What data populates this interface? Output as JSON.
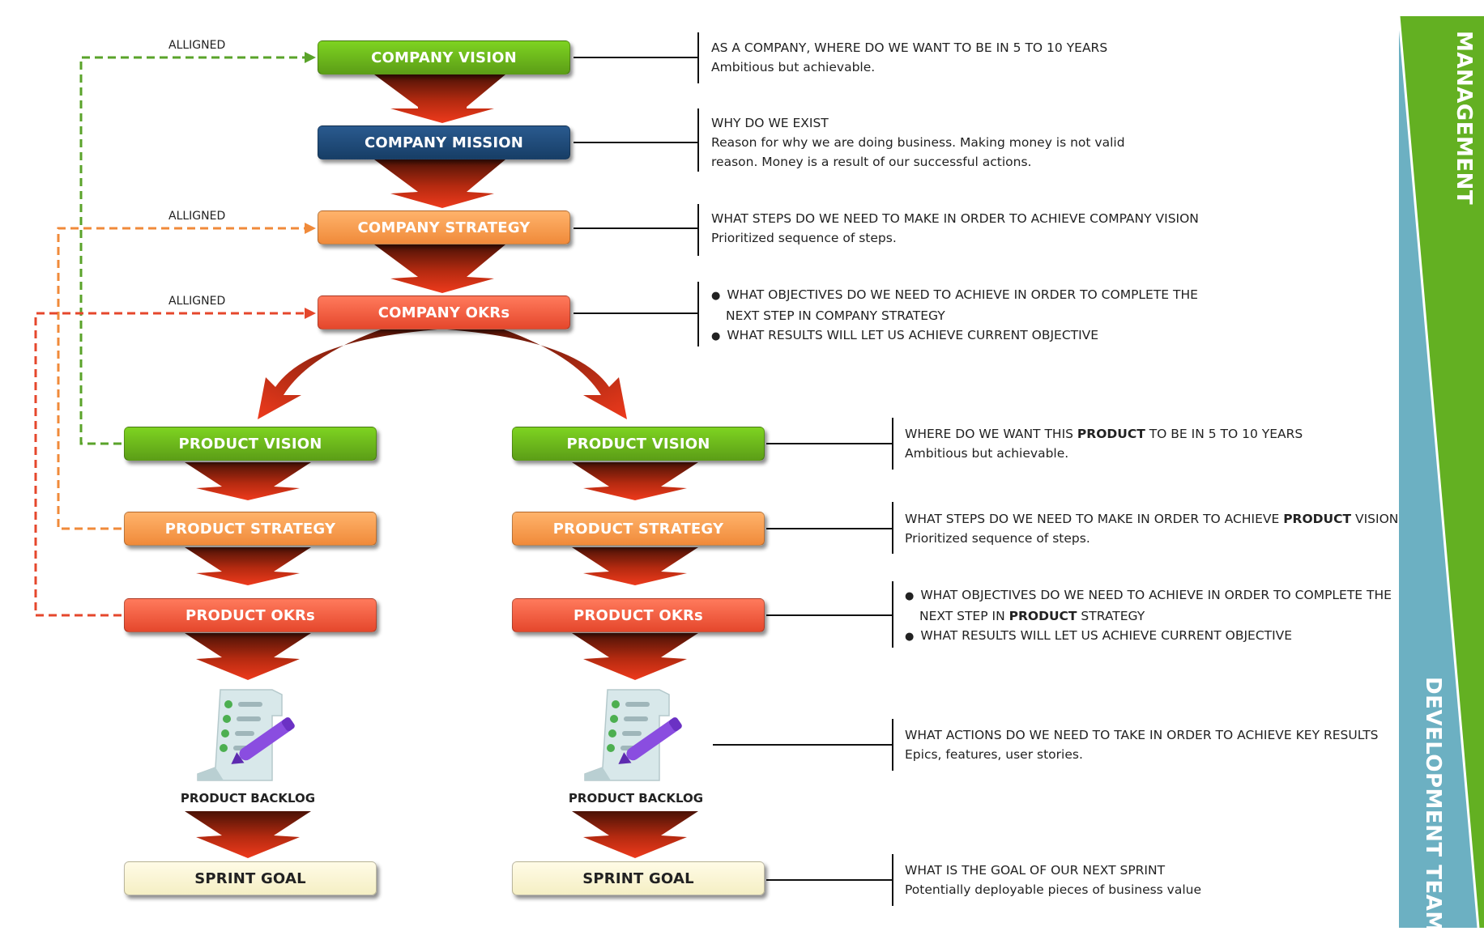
{
  "side_labels": {
    "top": "MANAGEMENT",
    "bottom": "DEVELOPMENT TEAMS"
  },
  "aligned_label": "ALLIGNED",
  "company": {
    "vision": "COMPANY VISION",
    "mission": "COMPANY MISSION",
    "strategy": "COMPANY STRATEGY",
    "okrs": "COMPANY OKRs"
  },
  "product": {
    "vision": "PRODUCT VISION",
    "strategy": "PRODUCT STRATEGY",
    "okrs": "PRODUCT OKRs",
    "backlog": "PRODUCT BACKLOG",
    "sprint_goal": "SPRINT GOAL"
  },
  "descriptions": {
    "vision": {
      "line1": "AS A COMPANY, WHERE DO WE WANT TO BE IN 5 TO 10 YEARS",
      "line2": "Ambitious but achievable."
    },
    "mission": {
      "line1": "WHY DO WE EXIST",
      "line2": "Reason for why we are doing business. Making money is not valid",
      "line3": "reason. Money is a result of our successful actions."
    },
    "strategy": {
      "line1": "WHAT STEPS DO WE NEED TO MAKE IN ORDER TO ACHIEVE COMPANY VISION",
      "line2": "Prioritized sequence of steps."
    },
    "okrs": {
      "bullet1a": "WHAT OBJECTIVES DO WE NEED TO ACHIEVE IN ORDER TO COMPLETE THE",
      "bullet1b": "NEXT STEP IN COMPANY STRATEGY",
      "bullet2": "WHAT RESULTS WILL LET US ACHIEVE CURRENT OBJECTIVE"
    },
    "product_vision": {
      "pre": "WHERE DO WE WANT THIS ",
      "bold": "PRODUCT",
      "post": " TO BE IN 5 TO 10 YEARS",
      "line2": "Ambitious but achievable."
    },
    "product_strategy": {
      "pre": "WHAT STEPS DO WE NEED TO MAKE IN ORDER TO ACHIEVE ",
      "bold": "PRODUCT",
      "post": " VISION",
      "line2": "Prioritized sequence of steps."
    },
    "product_okrs": {
      "bullet1a": "WHAT OBJECTIVES DO WE NEED TO ACHIEVE IN ORDER TO COMPLETE THE",
      "pre": "NEXT STEP IN ",
      "bold": "PRODUCT",
      "post": " STRATEGY",
      "bullet2": "WHAT RESULTS WILL LET US ACHIEVE CURRENT OBJECTIVE"
    },
    "backlog": {
      "line1": "WHAT ACTIONS DO WE NEED TO TAKE IN ORDER TO ACHIEVE KEY RESULTS",
      "line2": "Epics, features, user stories."
    },
    "sprint": {
      "line1": "WHAT IS THE GOAL OF OUR NEXT SPRINT",
      "line2": "Potentially deployable pieces of business value"
    }
  },
  "colors": {
    "green": "#6ab91f",
    "navy": "#1f4b7a",
    "orange": "#f5a05a",
    "red": "#f0583c",
    "cream": "#fbf6d5",
    "teal": "#6cb0c2",
    "arrow_dark": "#5a1a0a",
    "arrow_light": "#e8321e"
  }
}
